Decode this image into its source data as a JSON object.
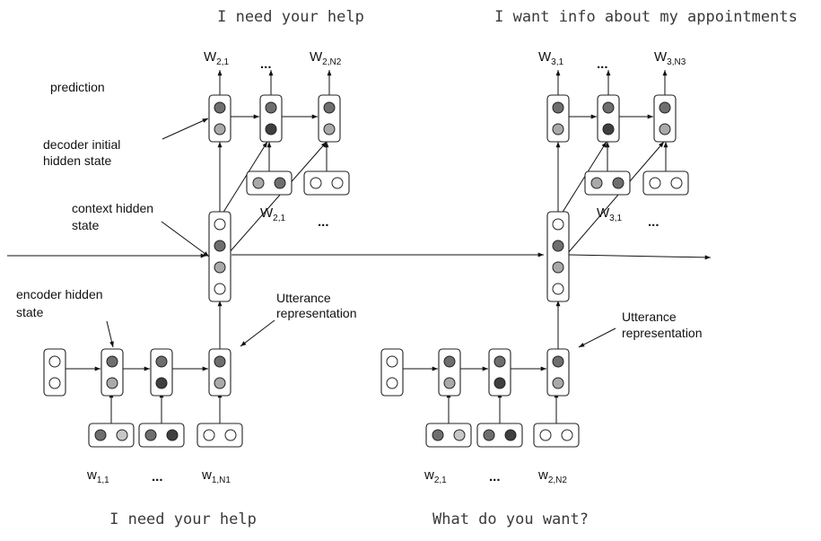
{
  "sentences": {
    "top_left": "I need your help",
    "top_right": "I want info about my appointments",
    "bottom_left": "I need your help",
    "bottom_right": "What do you want?"
  },
  "labels": {
    "prediction": "prediction",
    "decoder_initial_line1": "decoder initial",
    "decoder_initial_line2": "hidden state",
    "context_hidden_line1": "context hidden",
    "context_hidden_line2": "state",
    "encoder_hidden_line1": "encoder hidden",
    "encoder_hidden_line2": "state",
    "utterance_left_line1": "Utterance",
    "utterance_left_line2": "representation",
    "utterance_right_line1": "Utterance",
    "utterance_right_line2": "representation"
  },
  "predictions_left": [
    {
      "base": "W",
      "sub": "2,1"
    },
    {
      "base": "...",
      "sub": ""
    },
    {
      "base": "W",
      "sub": "2,N2"
    }
  ],
  "predictions_right": [
    {
      "base": "W",
      "sub": "3,1"
    },
    {
      "base": "...",
      "sub": ""
    },
    {
      "base": "W",
      "sub": "3,N3"
    }
  ],
  "decoder_inputs_left": [
    {
      "base": "W",
      "sub": "2,1"
    },
    {
      "base": "...",
      "sub": ""
    }
  ],
  "decoder_inputs_right": [
    {
      "base": "W",
      "sub": "3,1"
    },
    {
      "base": "...",
      "sub": ""
    }
  ],
  "encoder_inputs_left": [
    {
      "base": "w",
      "sub": "1,1"
    },
    {
      "base": "...",
      "sub": ""
    },
    {
      "base": "w",
      "sub": "1,N1"
    }
  ],
  "encoder_inputs_right": [
    {
      "base": "w",
      "sub": "2,1"
    },
    {
      "base": "...",
      "sub": ""
    },
    {
      "base": "w",
      "sub": "2,N2"
    }
  ],
  "colors": {
    "dark": "#3f3f3f",
    "mid": "#6e6e6e",
    "light": "#a9a9a9",
    "lighter": "#c7c7c7",
    "empty": "#ffffff"
  }
}
